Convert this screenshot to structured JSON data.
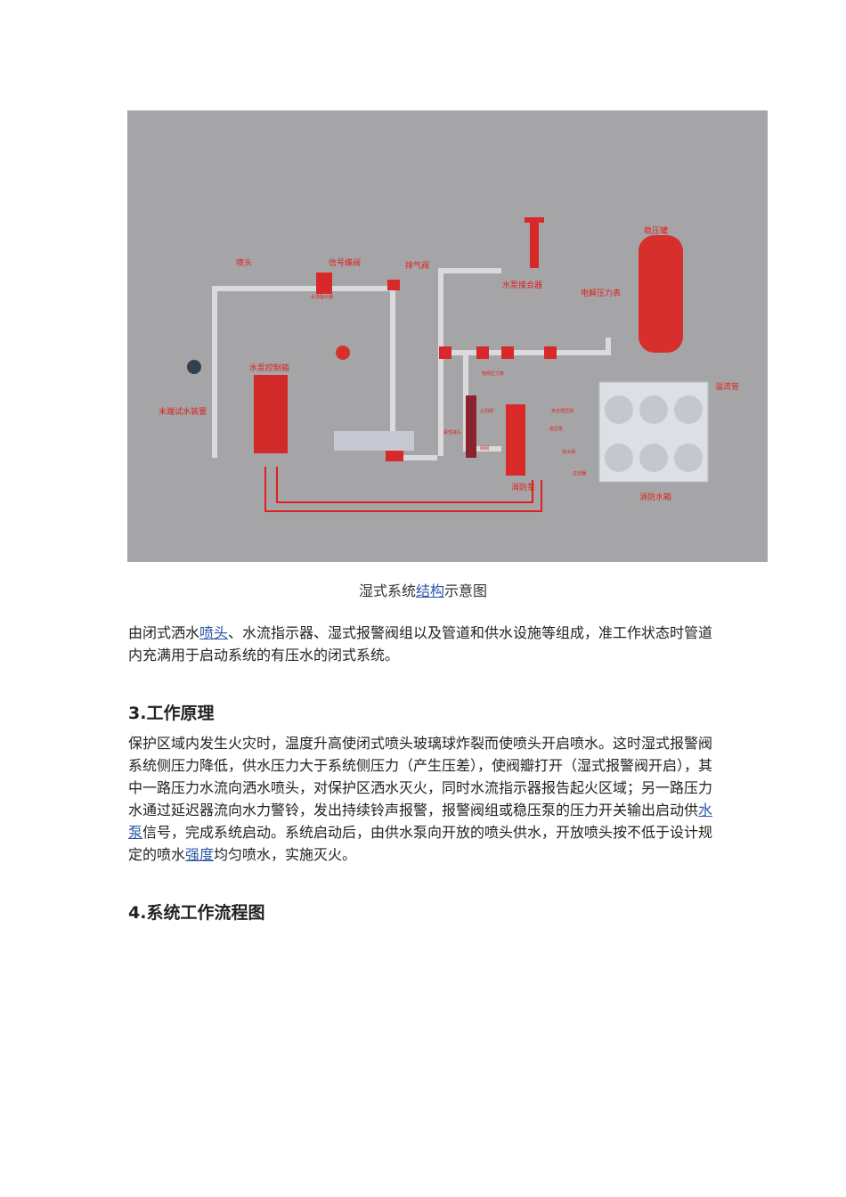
{
  "figure": {
    "labels": {
      "sprinkler": "喷头",
      "signal_valve": "信号蝶阀",
      "flow_indicator": "水流指示器",
      "exhaust_valve": "排气阀",
      "pump_adapter": "水泵接合器",
      "pressure_tank": "稳压罐",
      "gauge": "电解压力表",
      "overflow": "溢流管",
      "end_test": "末端试水装置",
      "control_box": "水泵控制箱",
      "fire_pump": "消防泵",
      "water_tank": "消防水箱",
      "check_valve": "止回阀",
      "gate_valve": "闸阀",
      "pipe_gauge": "管网压力表",
      "flex_joint": "柔性接头",
      "safety_valve": "安全泄压阀",
      "stabilizer_pump": "稳压泵",
      "drain_valve": "泄水阀",
      "filter": "过滤器"
    }
  },
  "caption": {
    "before": "湿式系统",
    "link": "结构",
    "after": "示意图"
  },
  "intro": {
    "before": "由闭式洒水",
    "link": "喷头",
    "after": "、水流指示器、湿式报警阀组以及管道和供水设施等组成，准工作状态时管道内充满用于启动系统的有压水的闭式系统。"
  },
  "section3": {
    "title": "3.工作原理",
    "p1": "保护区域内发生火灾时，温度升高使闭式喷头玻璃球炸裂而使喷头开启喷水。这时湿式报警阀系统侧压力降低，供水压力大于系统侧压力（产生压差），使阀瓣打开（湿式报警阀开启），其中一路压力水流向洒水喷头，对保护区洒水灭火，同时水流指示器报告起火区域；另一路压力水通过延迟器流向水力警铃，发出持续铃声报警，报警阀组或稳压泵的压力开关输出启动供",
    "link1": "水泵",
    "p2": "信号，完成系统启动。系统启动后，由供水泵向开放的喷头供水，开放喷头按不低于设计规定的喷水",
    "link2": "强度",
    "p3": "均匀喷水，实施灭火。"
  },
  "section4": {
    "title": "4.系统工作流程图"
  }
}
